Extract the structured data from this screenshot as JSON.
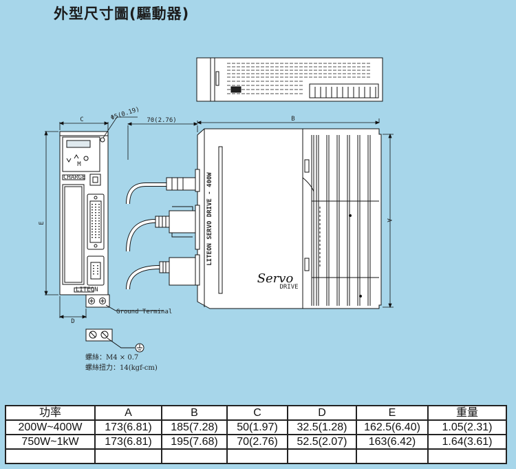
{
  "title": "外型尺寸圖(驅動器)",
  "drawing": {
    "front_view": {
      "dim_c": "C",
      "hole_dim": "Φ5(0.19)",
      "dim_e": "E",
      "dim_d": "D",
      "charge_label": "CHARGE",
      "brand_label": "LITEON",
      "ground_terminal_label": "Ground Terminal"
    },
    "side_view": {
      "dim_70": "70(2.76)",
      "dim_b": "B",
      "dim_a": "A",
      "vertical_label": "LITEON SERVO DRIVE - 400W",
      "logo_text": "Servo",
      "logo_sub": "DRIVE"
    },
    "screw_notes": [
      "螺絲：M4 × 0.7",
      "螺絲扭力：14(kgf-cm)"
    ]
  },
  "table": {
    "headers": [
      "功率",
      "A",
      "B",
      "C",
      "D",
      "E",
      "重量"
    ],
    "rows": [
      [
        "200W~400W",
        "173(6.81)",
        "185(7.28)",
        "50(1.97)",
        "32.5(1.28)",
        "162.5(6.40)",
        "1.05(2.31)"
      ],
      [
        "750W~1kW",
        "173(6.81)",
        "195(7.68)",
        "70(2.76)",
        "52.5(2.07)",
        "163(6.42)",
        "1.64(3.61)"
      ],
      [
        "",
        "",
        "",
        "",
        "",
        "",
        ""
      ]
    ]
  }
}
